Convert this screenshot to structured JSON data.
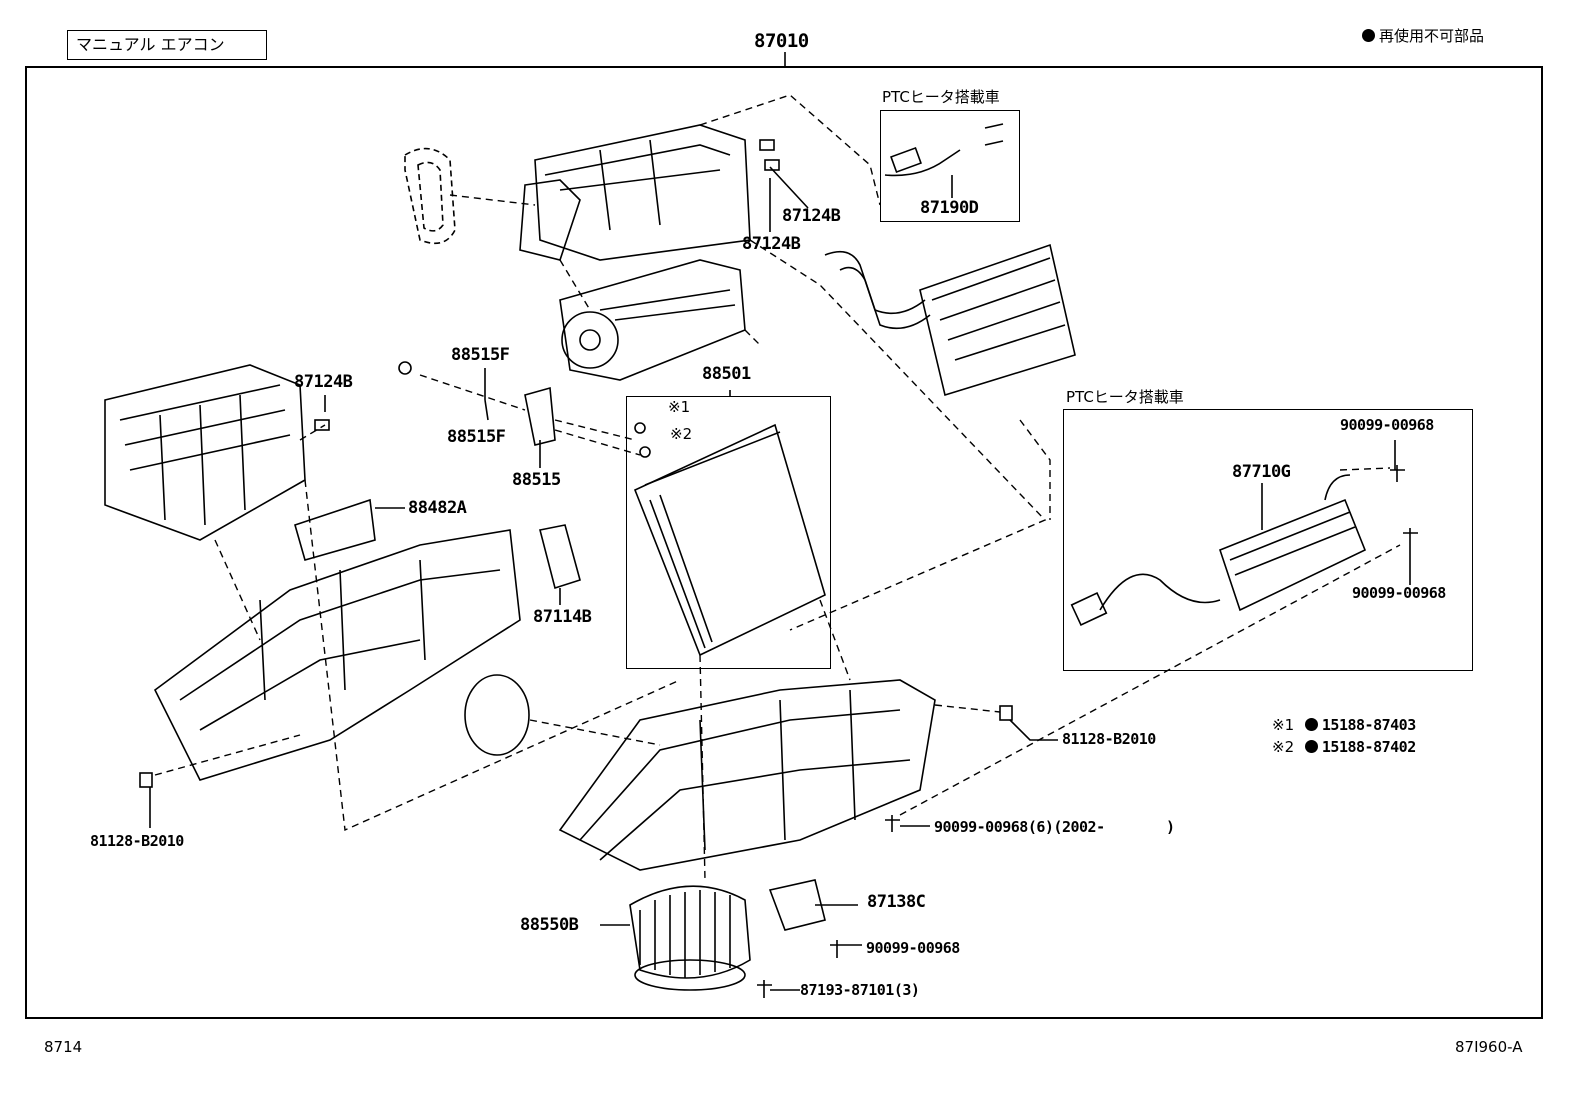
{
  "header": {
    "condition_label": "マニュアル エアコン",
    "assembly_number": "87010",
    "legend_text": "再使用不可部品"
  },
  "options": {
    "ptc_top": "PTCヒータ搭載車",
    "ptc_right": "PTCヒータ搭載車"
  },
  "parts": {
    "p87190D": "87190D",
    "p87124B_a": "87124B",
    "p87124B_b": "87124B",
    "p87124B_c": "87124B",
    "p88515F_a": "88515F",
    "p88515F_b": "88515F",
    "p88515": "88515",
    "p88501": "88501",
    "p88482A": "88482A",
    "p87114B": "87114B",
    "p81128_left": "81128-B2010",
    "p81128_right": "81128-B2010",
    "p90099_r1": "90099-00968",
    "p90099_r2": "90099-00968",
    "p87710G": "87710G",
    "p90099_6": "90099-00968(6)(2002-",
    "p90099_6_close": ")",
    "p87138C": "87138C",
    "p90099_b": "90099-00968",
    "p88550B": "88550B",
    "p87193": "87193-87101(3)",
    "mark1": "※1",
    "mark2": "※2"
  },
  "notes": {
    "n1_mark": "※1",
    "n1_part": "15188-87403",
    "n2_mark": "※2",
    "n2_part": "15188-87402"
  },
  "footer": {
    "left_code": "8714",
    "right_code": "87I960-A"
  }
}
